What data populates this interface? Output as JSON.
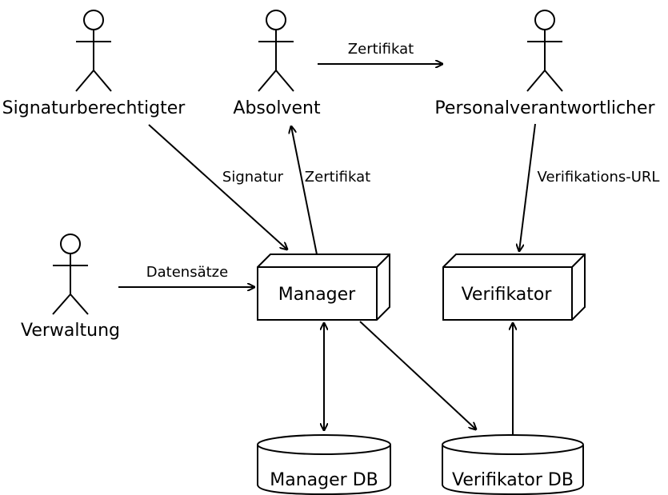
{
  "actors": {
    "signaturberechtigter": "Signaturberechtigter",
    "absolvent": "Absolvent",
    "personalverantwortlicher": "Personalverantwortlicher",
    "verwaltung": "Verwaltung"
  },
  "nodes": {
    "manager": "Manager",
    "verifikator": "Verifikator"
  },
  "databases": {
    "manager_db": "Manager DB",
    "verifikator_db": "Verifikator DB"
  },
  "edges": {
    "zertifikat_top": "Zertifikat",
    "signatur": "Signatur",
    "zertifikat_mid": "Zertifikat",
    "verifikations_url": "Verifikations-URL",
    "datensaetze": "Datensätze"
  }
}
